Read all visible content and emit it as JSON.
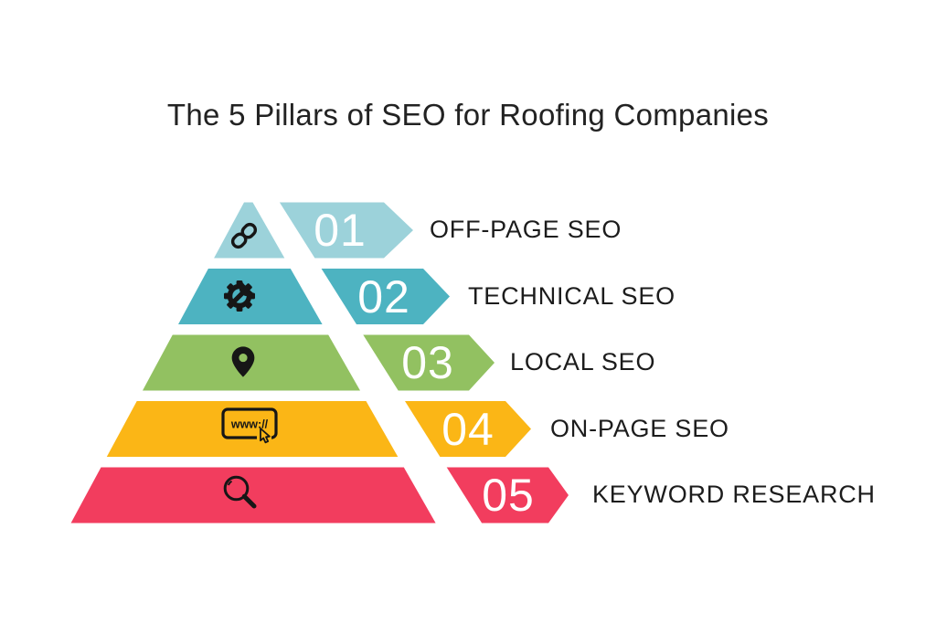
{
  "title": "The 5 Pillars of SEO for Roofing Companies",
  "colors": {
    "background": "#ffffff",
    "text": "#1c1c1c",
    "number_text": "#ffffff",
    "icon": "#161616",
    "level1": "#9cd2da",
    "level2": "#4db3c1",
    "level3": "#92c161",
    "level4": "#fbb616",
    "level5": "#f23d5e"
  },
  "pyramid": {
    "levels": [
      {
        "number": "01",
        "label": "OFF-PAGE SEO",
        "color": "#9cd2da",
        "icon": "chain-link-icon"
      },
      {
        "number": "02",
        "label": "TECHNICAL SEO",
        "color": "#4db3c1",
        "icon": "gear-wrench-icon"
      },
      {
        "number": "03",
        "label": "LOCAL SEO",
        "color": "#92c161",
        "icon": "location-pin-icon"
      },
      {
        "number": "04",
        "label": "ON-PAGE SEO",
        "color": "#fbb616",
        "icon": "browser-www-icon"
      },
      {
        "number": "05",
        "label": "KEYWORD RESEARCH",
        "color": "#f23d5e",
        "icon": "search-magnifier-icon"
      }
    ],
    "browser_icon_text": "www://"
  }
}
